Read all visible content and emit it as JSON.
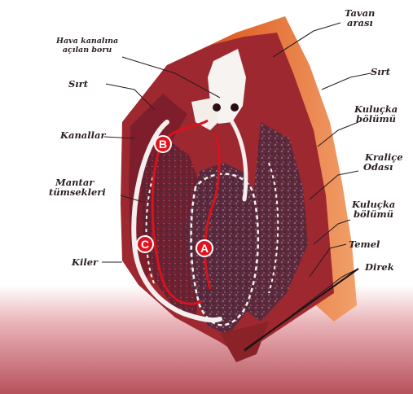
{
  "labels": {
    "tavan_arasi": [
      "Tavan",
      "arası"
    ],
    "hava_kanali": [
      "Hava kanalına",
      "açılan boru"
    ],
    "sirt_left": "Sırt",
    "sirt_right": "Sırt",
    "kanallar": "Kanallar",
    "mantar": [
      "Mantar",
      "tümsekleri"
    ],
    "kiler": "Kiler",
    "kulucka_top": [
      "Kuluçka",
      "bölümü"
    ],
    "kralice": [
      "Kraliçe",
      "Odası"
    ],
    "kulucka_bottom": [
      "Kuluçka",
      "bölümü"
    ],
    "temel": "Temel",
    "direk": "Direk"
  },
  "markers": {
    "a": "A",
    "b": "B",
    "c": "C"
  },
  "colors": {
    "mound": "#a12a2e",
    "rim": "#e06a2e",
    "ground": "#c4636c",
    "marker": "#e0141e"
  }
}
